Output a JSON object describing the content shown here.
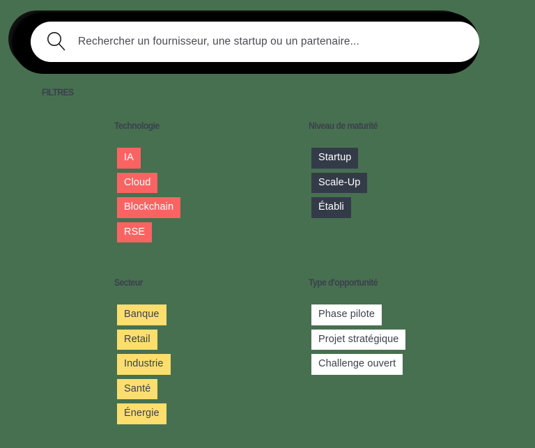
{
  "theme": {
    "background": "#477050",
    "accent_red": "#FB6363",
    "accent_dark": "#343B48",
    "accent_yellow": "#FBDE6E",
    "accent_white": "#FFFFFF",
    "text_dark": "#3B414D"
  },
  "search": {
    "icon": "search-icon",
    "placeholder": "Rechercher un fournisseur, une startup ou un partenaire...",
    "value": ""
  },
  "filters": {
    "title": "FILTRES",
    "groups": [
      {
        "key": "technologie",
        "heading": "Technologie",
        "style": "red",
        "tags": [
          "IA",
          "Cloud",
          "Blockchain",
          "RSE"
        ]
      },
      {
        "key": "maturite",
        "heading": "Niveau de maturité",
        "style": "dark",
        "tags": [
          "Startup",
          "Scale-Up",
          "Établi"
        ]
      },
      {
        "key": "secteur",
        "heading": "Secteur",
        "style": "yellow",
        "tags": [
          "Banque",
          "Retail",
          "Industrie",
          "Santé",
          "Énergie"
        ]
      },
      {
        "key": "opportunite",
        "heading": "Type d'opportunité",
        "style": "white",
        "tags": [
          "Phase pilote",
          "Projet stratégique",
          "Challenge ouvert"
        ]
      }
    ]
  }
}
